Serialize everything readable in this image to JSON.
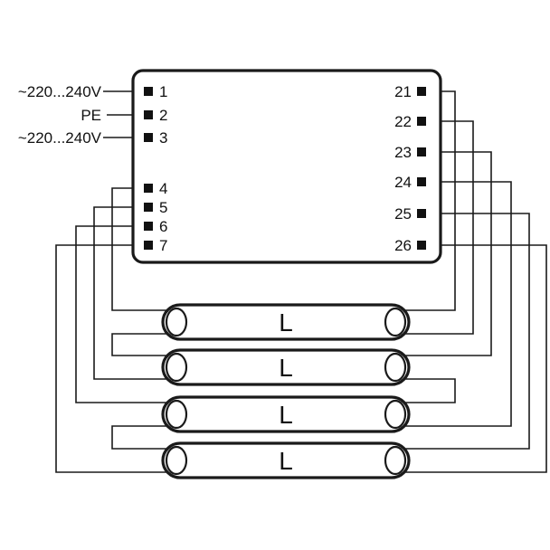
{
  "supply_labels": {
    "line_in_1": "~220...240V",
    "pe": "PE",
    "line_in_3": "~220...240V"
  },
  "left_pins": [
    "1",
    "2",
    "3",
    "4",
    "5",
    "6",
    "7"
  ],
  "right_pins": [
    "21",
    "22",
    "23",
    "24",
    "25",
    "26"
  ],
  "lamps": [
    "L",
    "L",
    "L",
    "L"
  ]
}
